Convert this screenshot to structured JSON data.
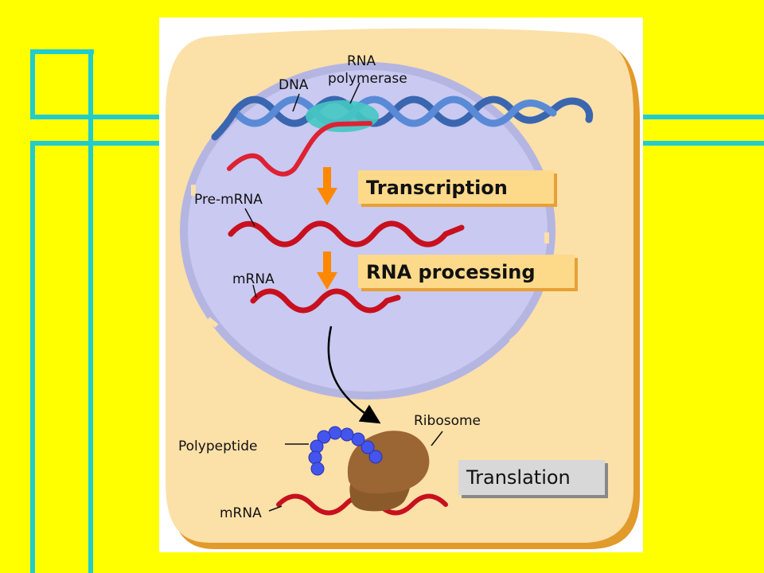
{
  "labels": {
    "rna_line1": "RNA",
    "rna_line2": "polymerase",
    "dna": "DNA",
    "pre_mrna": "Pre-mRNA",
    "mrna_nucleus": "mRNA",
    "ribosome": "Ribosome",
    "polypeptide": "Polypeptide",
    "mrna_cytoplasm": "mRNA"
  },
  "steps": {
    "transcription": "Transcription",
    "rna_processing": "RNA processing",
    "translation": "Translation"
  },
  "colors": {
    "background": "#ffff00",
    "frame": "#22cccc",
    "cell": "#fbe0a8",
    "nucleus": "#c9c9f1",
    "dna": "#3a66b0",
    "rna": "#dd2233",
    "ribosome": "#8b5a2b",
    "polypeptide": "#4455ee",
    "step_box": "#fdd98a",
    "translation_box": "#d8d8d8",
    "arrow": "#ff8800"
  }
}
